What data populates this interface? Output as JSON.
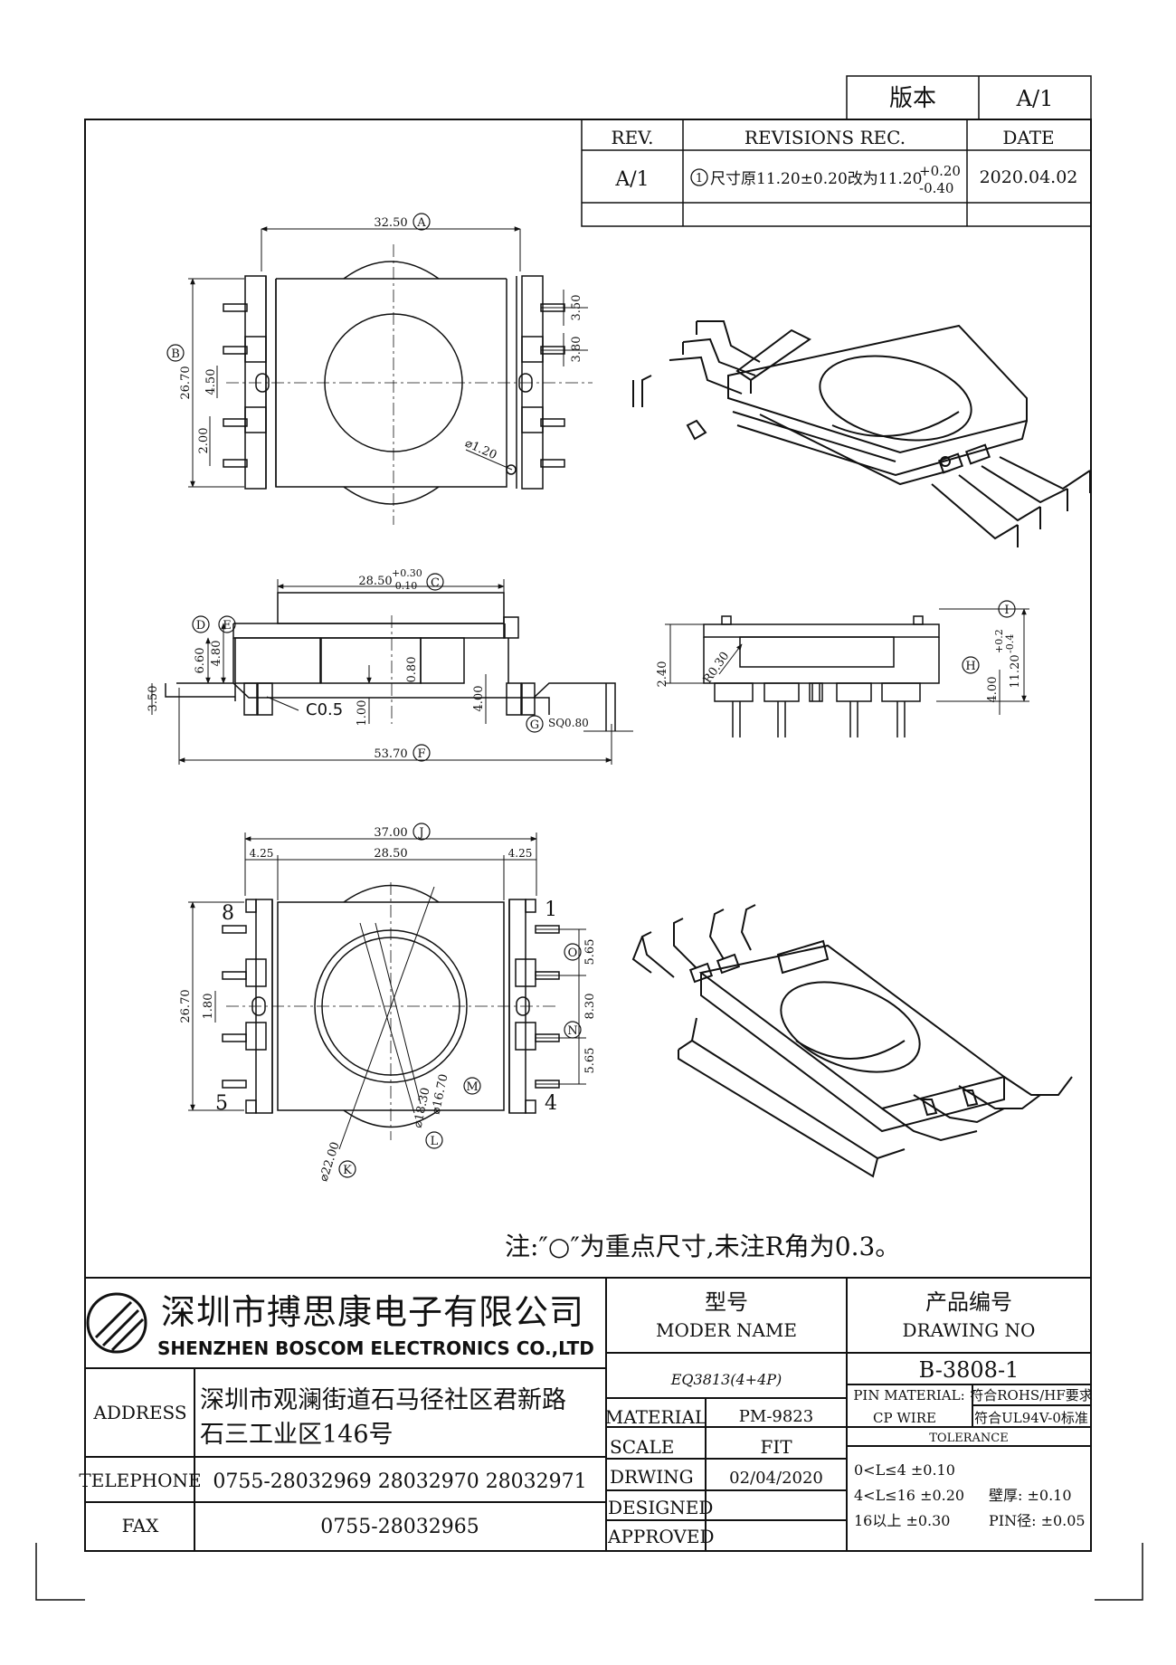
{
  "version_block": {
    "label": "版本",
    "value": "A/1"
  },
  "revisions": {
    "headers": {
      "rev": "REV.",
      "rec": "REVISIONS REC.",
      "date": "DATE"
    },
    "rows": [
      {
        "rev": "A/1",
        "circle_mark": "①",
        "text": "尺寸原11.20±0.20改为11.20",
        "tol_plus": "+0.20",
        "tol_minus": "-0.40",
        "date": "2020.04.02"
      }
    ]
  },
  "views": {
    "top": {
      "dim_a": "32.50",
      "tag_a": "A",
      "dim_b": "26.70",
      "tag_b": "B",
      "dim_450": "4.50",
      "dim_200": "2.00",
      "dim_350": "3.50",
      "dim_380": "3.80",
      "dim_hole": "⌀1.20"
    },
    "side": {
      "dim_c": "28.50",
      "tol_c_plus": "+0.30",
      "tol_c_minus": "-0.10",
      "tag_c": "C",
      "tag_d": "D",
      "tag_e": "E",
      "dim_660": "6.60",
      "dim_480": "4.80",
      "dim_080": "0.80",
      "dim_350": "3.50",
      "dim_c05": "C0.5",
      "dim_100": "1.00",
      "dim_400": "4.00",
      "tag_g": "G",
      "dim_sq": "SQ0.80",
      "dim_f": "53.70",
      "tag_f": "F"
    },
    "end": {
      "tag_i": "I",
      "dim_240": "2.40",
      "dim_r": "R0.30",
      "tag_h": "H",
      "dim_400": "4.00",
      "dim_1120": "11.20",
      "tol_plus": "+0.2",
      "tol_minus": "-0.4"
    },
    "bottom": {
      "dim_j": "37.00",
      "tag_j": "J",
      "dim_425a": "4.25",
      "dim_2850": "28.50",
      "dim_425b": "4.25",
      "pin_8": "8",
      "pin_1": "1",
      "pin_5": "5",
      "pin_4": "4",
      "dim_2670": "26.70",
      "dim_180": "1.80",
      "dim_565a": "5.65",
      "tag_o": "O",
      "dim_830": "8.30",
      "tag_n": "N",
      "dim_565b": "5.65",
      "dim_1670": "⌀16.70",
      "tag_m": "M",
      "dim_1830": "⌀18.30",
      "tag_l": "L",
      "dim_2200": "⌀22.00",
      "tag_k": "K"
    }
  },
  "note": "注:″○″为重点尺寸,未注R角为0.3。",
  "title_block": {
    "company_cn": "深圳市搏思康电子有限公司",
    "company_en": "SHENZHEN BOSCOM ELECTRONICS CO.,LTD",
    "model_label_cn": "型号",
    "model_label_en": "MODER NAME",
    "model_value": "EQ3813(4+4P)",
    "drawing_label_cn": "产品编号",
    "drawing_label_en": "DRAWING NO",
    "drawing_value": "B-3808-1",
    "address_label": "ADDRESS",
    "address_line1": "深圳市观澜街道石马径社区君新路",
    "address_line2": "石三工业区146号",
    "telephone_label": "TELEPHONE",
    "telephone_value": "0755-28032969  28032970  28032971",
    "fax_label": "FAX",
    "fax_value": "0755-28032965",
    "material_label": "MATERIAL",
    "material_value": "PM-9823",
    "scale_label": "SCALE",
    "scale_value": "FIT",
    "drawing_date_label": "DRWING",
    "drawing_date_value": "02/04/2020",
    "designed_label": "DESIGNED",
    "designed_value": "",
    "approved_label": "APPROVED",
    "approved_value": "",
    "pin_material_label": "PIN MATERIAL:",
    "pin_material_value": "CP WIRE",
    "rohs": "符合ROHS/HF要求",
    "ul": "符合UL94V-0标准",
    "tolerance_label": "TOLERANCE",
    "tol_row1": "0<L≤4  ±0.10",
    "tol_row2": "4<L≤16  ±0.20",
    "tol_row3": "16以上    ±0.30",
    "wall_label": "壁厚:  ±0.10",
    "pin_dia_label": "PIN径: ±0.05"
  }
}
